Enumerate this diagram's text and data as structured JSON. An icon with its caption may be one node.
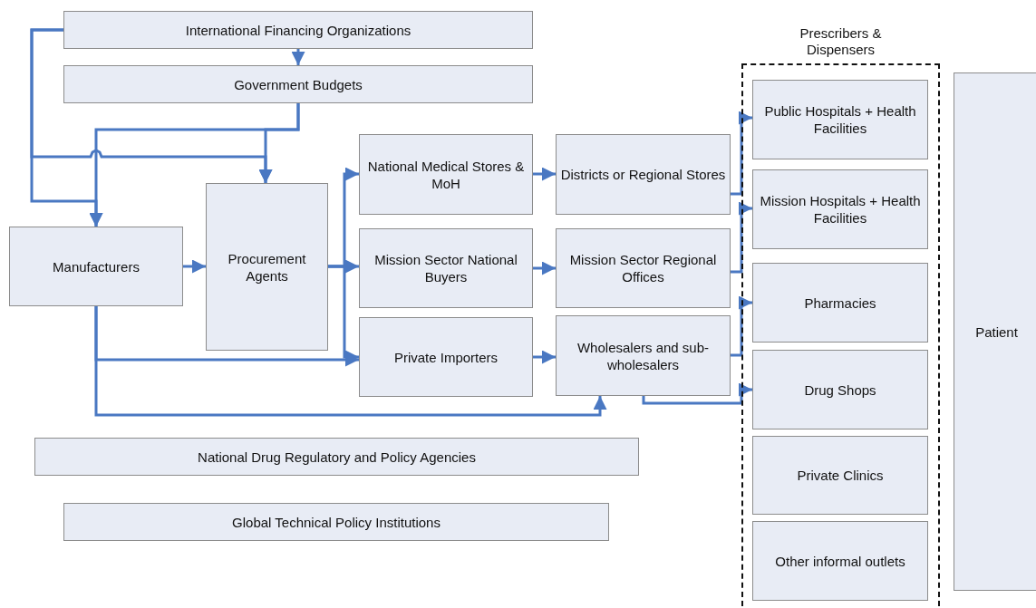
{
  "diagram": {
    "nodes": [
      {
        "text": [
          "International Financing Organizations"
        ]
      },
      {
        "text": [
          "Government Budgets"
        ]
      },
      {
        "text": [
          "Manufacturers"
        ]
      },
      {
        "text": [
          "Procurement Agents"
        ]
      },
      {
        "text": [
          "National Medical Stores & MoH"
        ]
      },
      {
        "text": [
          "Mission Sector National Buyers"
        ]
      },
      {
        "text": [
          "Private Importers"
        ]
      },
      {
        "text": [
          "Districts or Regional Stores"
        ]
      },
      {
        "text": [
          "Mission Sector Regional Offices"
        ]
      },
      {
        "text": [
          "Wholesalers and sub-wholesalers"
        ]
      },
      {
        "text": [
          "Prescribers & Dispensers"
        ]
      },
      {
        "text": [
          "Public Hospitals + Health Facilities"
        ],
        "in": 10
      },
      {
        "text": [
          "Mission Hospitals + Health Facilities"
        ],
        "in": 10
      },
      {
        "text": [
          "Pharmacies"
        ],
        "in": 10
      },
      {
        "text": [
          "Drug Shops"
        ],
        "in": 10
      },
      {
        "text": [
          "Private Clinics"
        ],
        "in": 10
      },
      {
        "text": [
          "Other informal outlets"
        ],
        "in": 10
      },
      {
        "text": [
          "Patient"
        ]
      },
      {
        "text": [
          "National Drug Regulatory and Policy Agencies"
        ]
      },
      {
        "text": [
          "Global Technical Policy Institutions"
        ]
      }
    ],
    "edges": [
      {
        "from": 0,
        "to": 1,
        "arrow": "to"
      },
      {
        "from": 0,
        "to": 2,
        "arrow": "to"
      },
      {
        "from": 0,
        "to": 3,
        "arrow": "to"
      },
      {
        "from": 1,
        "to": 3,
        "arrow": "to"
      },
      {
        "from": 1,
        "to": 2,
        "arrow": "to"
      },
      {
        "from": 2,
        "to": 3,
        "arrow": "to"
      },
      {
        "from": 3,
        "to": 4,
        "arrow": "to"
      },
      {
        "from": 3,
        "to": 5,
        "arrow": "to"
      },
      {
        "from": 3,
        "to": 6,
        "arrow": "to"
      },
      {
        "from": 2,
        "to": 6,
        "arrow": "to"
      },
      {
        "from": 2,
        "to": 9,
        "arrow": "to"
      },
      {
        "from": 4,
        "to": 7,
        "arrow": "to"
      },
      {
        "from": 5,
        "to": 8,
        "arrow": "to"
      },
      {
        "from": 6,
        "to": 9,
        "arrow": "to"
      },
      {
        "from": 7,
        "to": 11,
        "arrow": "to"
      },
      {
        "from": 8,
        "to": 12,
        "arrow": "to"
      },
      {
        "from": 9,
        "to": 13,
        "arrow": "to"
      },
      {
        "from": 9,
        "to": 14,
        "arrow": "to"
      }
    ]
  }
}
